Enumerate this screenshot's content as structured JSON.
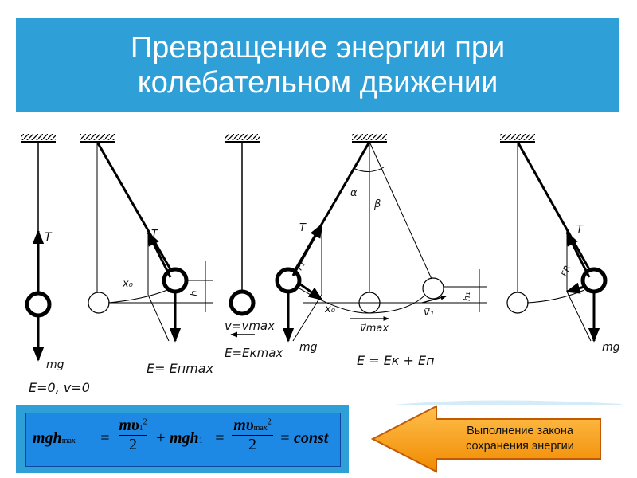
{
  "title": {
    "line1": "Превращение энергии при",
    "line2": "колебательном движении"
  },
  "diagram": {
    "labels": {
      "T": "T",
      "mg": "mg",
      "x0": "x₀",
      "h": "h",
      "h1": "h₁",
      "alpha": "α",
      "beta": "β",
      "FR": "FR",
      "FR1": "F₁",
      "vmax": "v⃗max",
      "v1": "v⃗₁"
    },
    "captions": {
      "fig1": "E=0, v=0",
      "fig2": "E= Eпmax",
      "fig3_line1": "v=vmax",
      "fig3_line2": "E=Eкmax",
      "fig4": "E = Eк + Eп"
    }
  },
  "formula": {
    "mgh": "mgh",
    "sub_max": "max",
    "eq": "=",
    "mv": "mυ",
    "sub_1": "1",
    "sup_2": "2",
    "den": "2",
    "plus": "+",
    "mgh1": "mgh",
    "mv2": "mυ",
    "sub_max2": "max",
    "const": "const"
  },
  "callout": {
    "line1": "Выполнение закона",
    "line2": "сохранения энергии"
  },
  "colors": {
    "title_bg": "#2f9fd8",
    "formula_bg": "#1e88e5",
    "callout_fill": "#f5a11c",
    "callout_stroke": "#c45a00"
  }
}
